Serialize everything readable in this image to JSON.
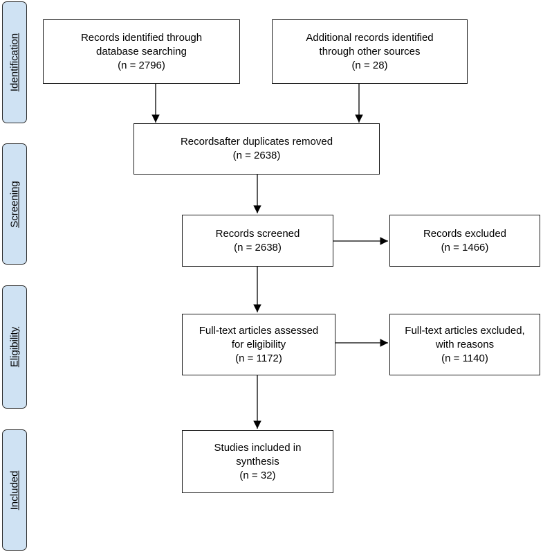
{
  "phases": {
    "identification": "Identification",
    "screening": "Screening",
    "eligibility": "Eligibility",
    "included": "Included"
  },
  "boxes": {
    "database_records": {
      "line1": "Records identified through",
      "line2": "database searching",
      "count": "(n = 2796)"
    },
    "other_records": {
      "line1": "Additional records identified",
      "line2": "through other sources",
      "count": "(n = 28)"
    },
    "deduplicated": {
      "line1": "Recordsafter duplicates removed",
      "count": "(n  =  2638)"
    },
    "screened": {
      "line1": "Records screened",
      "count": "(n = 2638)"
    },
    "excluded": {
      "line1": "Records  excluded",
      "count": "(n  = 1466)"
    },
    "fulltext_assessed": {
      "line1": "Full-text  articles assessed",
      "line2": "for eligibility",
      "count": "(n  = 1172)"
    },
    "fulltext_excluded": {
      "line1": "Full-text articles excluded,",
      "line2": "with reasons",
      "count": "(n  = 1140)"
    },
    "included": {
      "line1": "Studies included in",
      "line2": "synthesis",
      "count": "(n = 32)"
    }
  }
}
